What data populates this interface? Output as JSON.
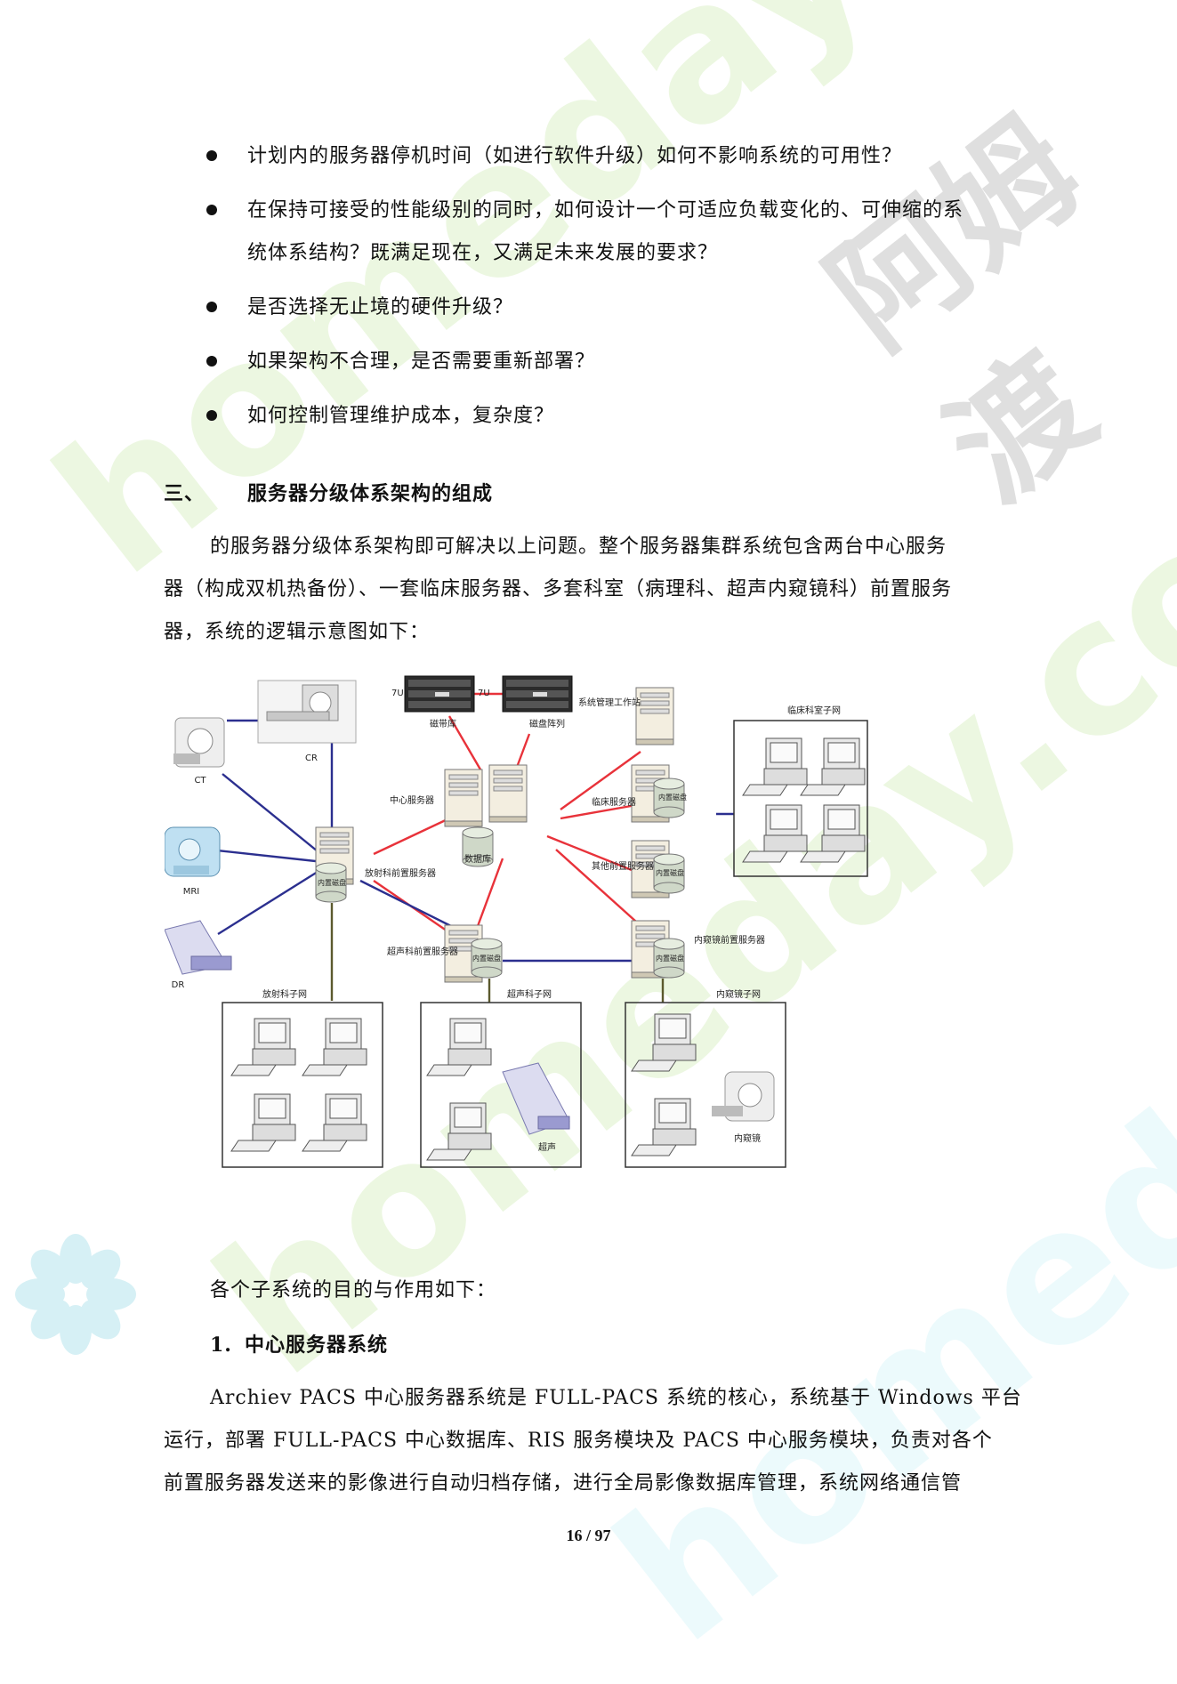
{
  "watermark": {
    "cn": "阿姆渡",
    "latin": "homeday.com"
  },
  "bullets": [
    "计划内的服务器停机时间（如进行软件升级）如何不影响系统的可用性？",
    "在保持可接受的性能级别的同时，如何设计一个可适应负载变化的、可伸缩的系",
    "统体系结构？既满足现在，又满足未来发展的要求？",
    "是否选择无止境的硬件升级？",
    "如果架构不合理，是否需要重新部署？",
    "如何控制管理维护成本，复杂度？"
  ],
  "section3": {
    "number": "三、",
    "title": "服务器分级体系架构的组成"
  },
  "intro": [
    "的服务器分级体系架构即可解决以上问题。整个服务器集群系统包含两台中心服务",
    "器（构成双机热备份）、一套临床服务器、多套科室（病理科、超声内窥镜科）前置服务",
    "器，系统的逻辑示意图如下："
  ],
  "diagram": {
    "modalities": {
      "cr": "CR",
      "ct": "CT",
      "mri": "MRI",
      "dr": "DR"
    },
    "storage": {
      "u1": "7U",
      "u2": "7U",
      "tape": "磁带库",
      "disk": "磁盘阵列"
    },
    "servers": {
      "center": "中心服务器",
      "db": "数据库",
      "mgmt": "系统管理工作站",
      "clinic": "临床服务器",
      "clinic_db": "内置磁盘",
      "other": "其他前置服务器",
      "other_db": "内置磁盘",
      "radiology": "放射科前置服务器",
      "radiology_db": "内置磁盘",
      "ultrasound": "超声科前置服务器",
      "ultrasound_db": "内置磁盘",
      "endo": "内窥镜前置服务器",
      "endo_db": "内置磁盘"
    },
    "subnets": {
      "clinic": "临床科室子网",
      "radiology": "放射科子网",
      "ultrasound": "超声科子网",
      "endo": "内窥镜子网",
      "ultrasound_dev": "超声",
      "endo_dev": "内窥镜"
    }
  },
  "subsystems_intro": "各个子系统的目的与作用如下：",
  "section1": {
    "number": "1.",
    "title": "中心服务器系统"
  },
  "body": [
    "Archiev PACS 中心服务器系统是 FULL-PACS 系统的核心，系统基于 Windows 平台",
    "运行，部署 FULL-PACS 中心数据库、RIS 服务模块及 PACS 中心服务模块，负责对各个",
    "前置服务器发送来的影像进行自动归档存储，进行全局影像数据库管理，系统网络通信管"
  ],
  "footer": {
    "page": "16 / 97"
  },
  "colors": {
    "red_link": "#e8323a",
    "blue_link": "#2b2f8f",
    "olive_link": "#5c5a2e"
  }
}
